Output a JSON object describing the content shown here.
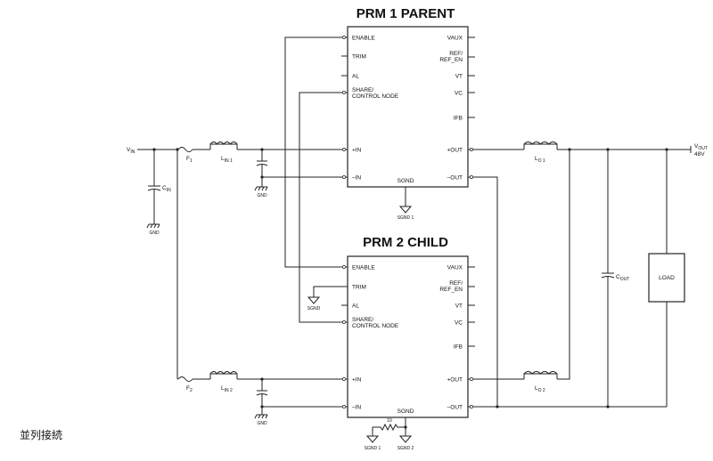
{
  "caption": "並列接続",
  "prm1": {
    "title": "PRM 1 PARENT",
    "left_pins": [
      "ENABLE",
      "TRIM",
      "AL",
      "SHARE/",
      "CONTROL NODE",
      "+IN",
      "–IN"
    ],
    "right_pins": [
      "VAUX",
      "REF/",
      "REF_EN",
      "VT",
      "VC",
      "IFB",
      "+OUT",
      "–OUT"
    ],
    "bottom_pin": "SGND",
    "ground_label": "SGND 1"
  },
  "prm2": {
    "title": "PRM 2 CHILD",
    "left_pins": [
      "ENABLE",
      "TRIM",
      "AL",
      "SHARE/",
      "CONTROL NODE",
      "+IN",
      "–IN"
    ],
    "right_pins": [
      "VAUX",
      "REF/",
      "REF_EN",
      "VT",
      "VC",
      "IFB",
      "+OUT",
      "–OUT"
    ],
    "bottom_pin": "SGND",
    "ground_labels": [
      "SGND 1",
      "SGND 2"
    ],
    "trim_ground": "SGND",
    "resistor": "10"
  },
  "vin": {
    "label": "V",
    "sub": "IN"
  },
  "vout": {
    "label": "V",
    "sub": "OUT",
    "value": "48V"
  },
  "cin": {
    "label": "C",
    "sub": "IN"
  },
  "cout": {
    "label": "C",
    "sub": "OUT"
  },
  "f1": {
    "label": "F",
    "sub": "1"
  },
  "f2": {
    "label": "F",
    "sub": "2"
  },
  "lin1": {
    "label": "L",
    "sub": "IN 1"
  },
  "lin2": {
    "label": "L",
    "sub": "IN 2"
  },
  "lo1": {
    "label": "L",
    "sub": "O 1"
  },
  "lo2": {
    "label": "L",
    "sub": "O 2"
  },
  "gnd": "GND",
  "load": "LOAD"
}
